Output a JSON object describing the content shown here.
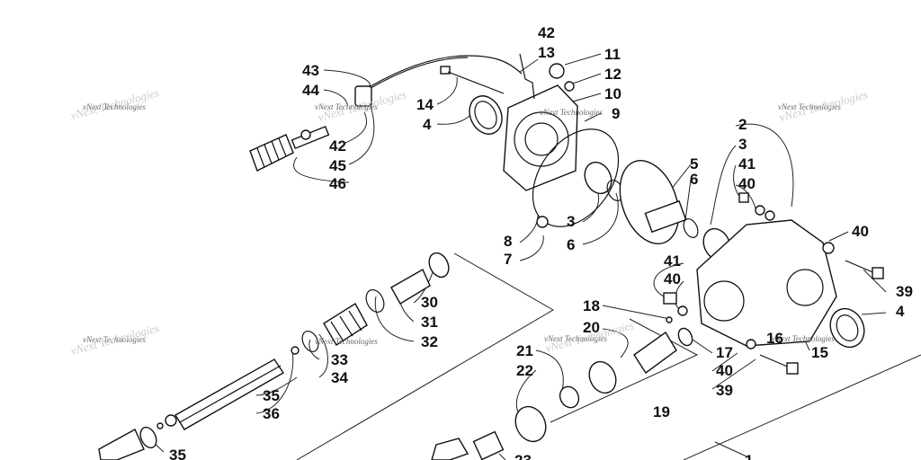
{
  "watermark": "vNext Technologies",
  "callouts": [
    "42",
    "13",
    "11",
    "12",
    "10",
    "9",
    "43",
    "44",
    "14",
    "4",
    "42",
    "45",
    "46",
    "2",
    "3",
    "41",
    "40",
    "5",
    "6",
    "3",
    "6",
    "8",
    "7",
    "40",
    "39",
    "4",
    "41",
    "40",
    "18",
    "20",
    "16",
    "15",
    "17",
    "40",
    "39",
    "30",
    "31",
    "32",
    "33",
    "34",
    "21",
    "22",
    "19",
    "35",
    "36",
    "35",
    "23",
    "1"
  ]
}
